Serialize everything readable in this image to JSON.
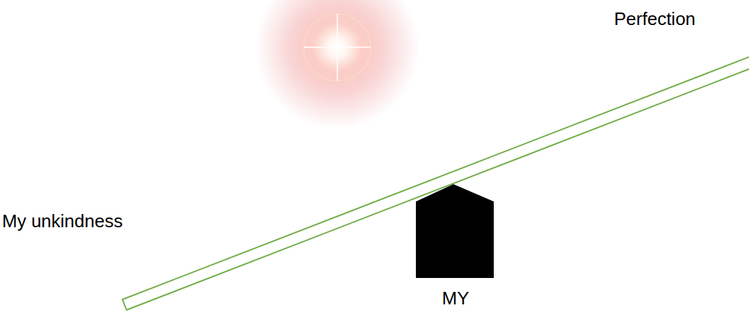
{
  "diagram": {
    "labels": [
      "Perfection",
      "My unkindness",
      "MY"
    ]
  }
}
